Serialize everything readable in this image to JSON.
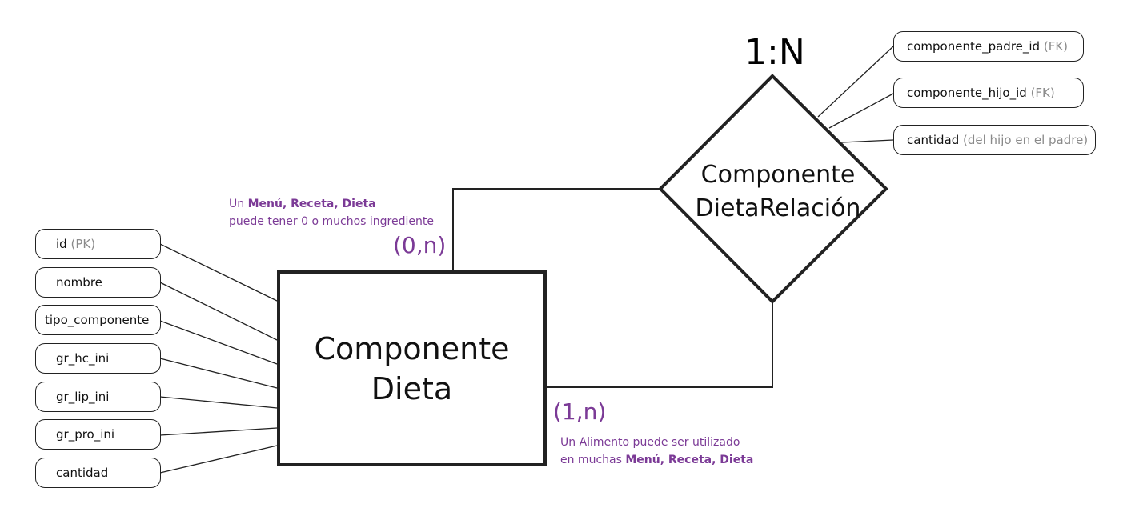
{
  "entity": {
    "line1": "Componente",
    "line2": "Dieta"
  },
  "relationship": {
    "line1": "Componente",
    "line2": "DietaRelación",
    "cardinality": "1:N"
  },
  "entity_attributes": [
    {
      "name": "id",
      "note": "(PK)"
    },
    {
      "name": "nombre",
      "note": ""
    },
    {
      "name": "tipo_componente",
      "note": ""
    },
    {
      "name": "gr_hc_ini",
      "note": ""
    },
    {
      "name": "gr_lip_ini",
      "note": ""
    },
    {
      "name": "gr_pro_ini",
      "note": ""
    },
    {
      "name": "cantidad",
      "note": ""
    }
  ],
  "relationship_attributes": [
    {
      "name": "componente_padre_id",
      "note": "(FK)"
    },
    {
      "name": "componente_hijo_id",
      "note": "(FK)"
    },
    {
      "name": "cantidad",
      "note": "(del hijo en el padre)"
    }
  ],
  "top_side": {
    "cardinality": "(0,n)",
    "caption_prefix": "Un ",
    "caption_bold": "Menú, Receta, Dieta",
    "caption_line2": "puede tener 0 o muchos ingrediente"
  },
  "bottom_side": {
    "cardinality": "(1,n)",
    "caption_line1": "Un Alimento puede ser utilizado",
    "caption_prefix": "en muchas ",
    "caption_bold": "Menú, Receta, Dieta"
  },
  "colors": {
    "accent": "#7b3a96",
    "stroke": "#222222",
    "muted": "#8a8a8a"
  }
}
